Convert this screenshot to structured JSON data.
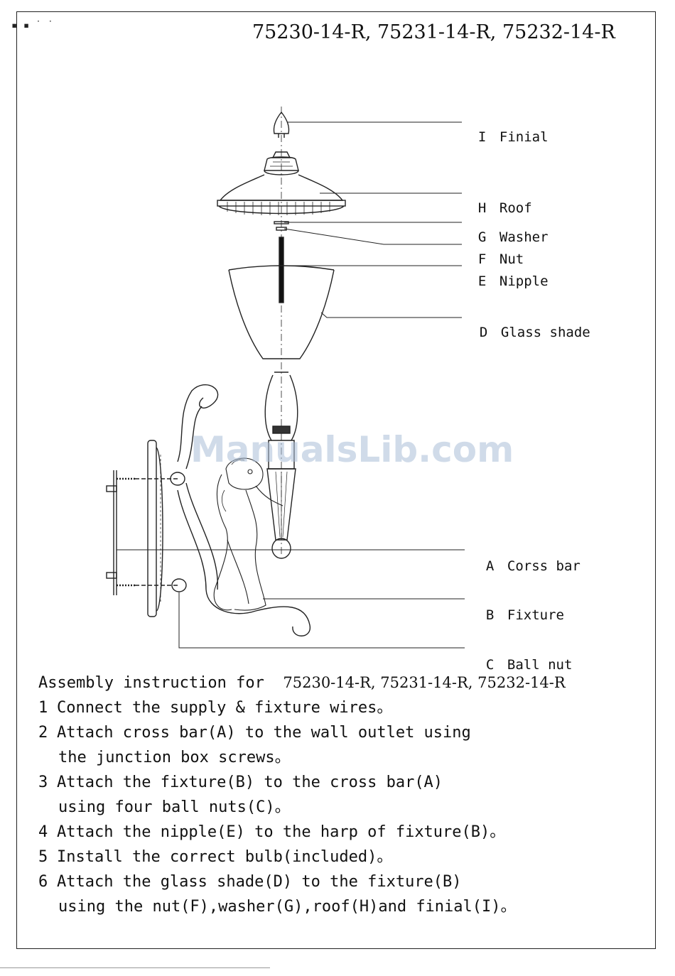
{
  "header": {
    "models": "75230-14-R, 75231-14-R, 75232-14-R",
    "specks": "▪ ▪ ˙ ˙"
  },
  "watermark": "ManualsLib.com",
  "parts": [
    {
      "letter": "I",
      "name": "Finial"
    },
    {
      "letter": "H",
      "name": "Roof"
    },
    {
      "letter": "G",
      "name": "Washer"
    },
    {
      "letter": "F",
      "name": "Nut"
    },
    {
      "letter": "E",
      "name": "Nipple"
    },
    {
      "letter": "D",
      "name": "Glass shade"
    },
    {
      "letter": "A",
      "name": "Corss bar"
    },
    {
      "letter": "B",
      "name": "Fixture"
    },
    {
      "letter": "C",
      "name": "Ball nut"
    }
  ],
  "instructions": {
    "title_prefix": "Assembly instruction for  ",
    "title_models": "75230-14-R, 75231-14-R, 75232-14-R",
    "steps": [
      {
        "num": "1",
        "line1": "Connect the supply & fixture wires。",
        "line2": ""
      },
      {
        "num": "2",
        "line1": "Attach cross bar(A) to the wall outlet using",
        "line2": "the junction box screws。"
      },
      {
        "num": "3",
        "line1": "Attach the fixture(B) to the cross bar(A)",
        "line2": "using four ball nuts(C)。"
      },
      {
        "num": "4",
        "line1": "Attach the nipple(E) to the harp of fixture(B)。",
        "line2": ""
      },
      {
        "num": "5",
        "line1": "Install the correct bulb(included)。",
        "line2": ""
      },
      {
        "num": "6",
        "line1": "Attach the glass shade(D) to the fixture(B)",
        "line2": "using the nut(F),washer(G),roof(H)and finial(I)。"
      }
    ]
  }
}
